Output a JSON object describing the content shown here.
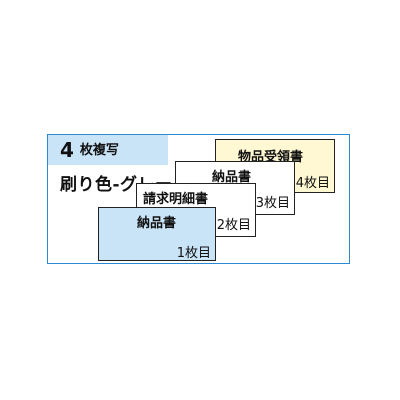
{
  "header": {
    "count": "4",
    "copy_label": "枚複写"
  },
  "print_color": "刷り色-グレー",
  "sheets": [
    {
      "name": "納品書",
      "number": "1枚目",
      "color": "#c9e3f7"
    },
    {
      "name": "請求明細書",
      "number": "2枚目",
      "color": "#ffffff"
    },
    {
      "name": "納品書",
      "number": "3枚目",
      "color": "#ffffff"
    },
    {
      "name": "物品受領書",
      "number": "4枚目",
      "color": "#fff8d2"
    }
  ],
  "colors": {
    "frame_border": "#2b8ad1",
    "header_bg": "#c9e3f7"
  }
}
